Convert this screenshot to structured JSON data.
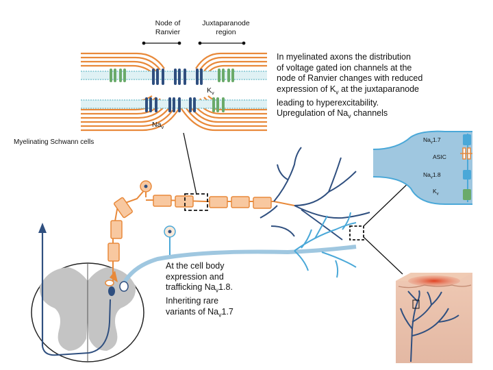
{
  "labels": {
    "node_of_ranvier_line1": "Node of",
    "node_of_ranvier_line2": "Ranvier",
    "juxtaparanode_line1": "Juxtaparanode",
    "juxtaparanode_line2": "region",
    "kv": "K",
    "kv_sub": "v",
    "nav": "Na",
    "nav_sub": "v",
    "myelinating": "Myelinating Schwann cells"
  },
  "description": {
    "lines": [
      "In myelinated axons the distribution",
      "of voltage gated ion channels at the",
      "node of Ranvier changes with reduced"
    ],
    "line4_pre": "expression of  K",
    "line4_sub": "v",
    "line4_post": " at the juxtaparanode",
    "line5": "leading to hyperexcitability.",
    "line6_pre": "Upregulation of Na",
    "line6_sub": "v",
    "line6_post": " channels"
  },
  "cell_body_text": {
    "line1": "At the cell body",
    "line2": "expression and",
    "line3_pre": "trafficking  Na",
    "line3_sub": "v",
    "line3_post": "1.8.",
    "line4": "Inheriting rare",
    "line5_pre": "variants of Na",
    "line5_sub": "v",
    "line5_post": "1.7"
  },
  "terminal_labels": {
    "nav17_pre": "Na",
    "nav17_sub": "v",
    "nav17_post": "1.7",
    "asic": "ASIC",
    "nav18_pre": "Na",
    "nav18_sub": "v",
    "nav18_post": "1.8",
    "kv_pre": "K",
    "kv_sub": "v"
  },
  "colors": {
    "myelin_orange": "#e8893a",
    "membrane_blue": "#9fd3da",
    "kv_channel": "#6aaa6a",
    "nav_channel": "#2f4f7f",
    "neuron_dark": "#2f4f7f",
    "neuron_light": "#4aa8d8",
    "schwann_fill": "#f8c8a0",
    "spinal_gray": "#c4c4c4",
    "skin_pink": "#e8a890"
  },
  "icons": [
    "node-of-ranvier-magnifier",
    "spinal-cord-cross-section",
    "skin-tissue-block",
    "nerve-terminal"
  ]
}
